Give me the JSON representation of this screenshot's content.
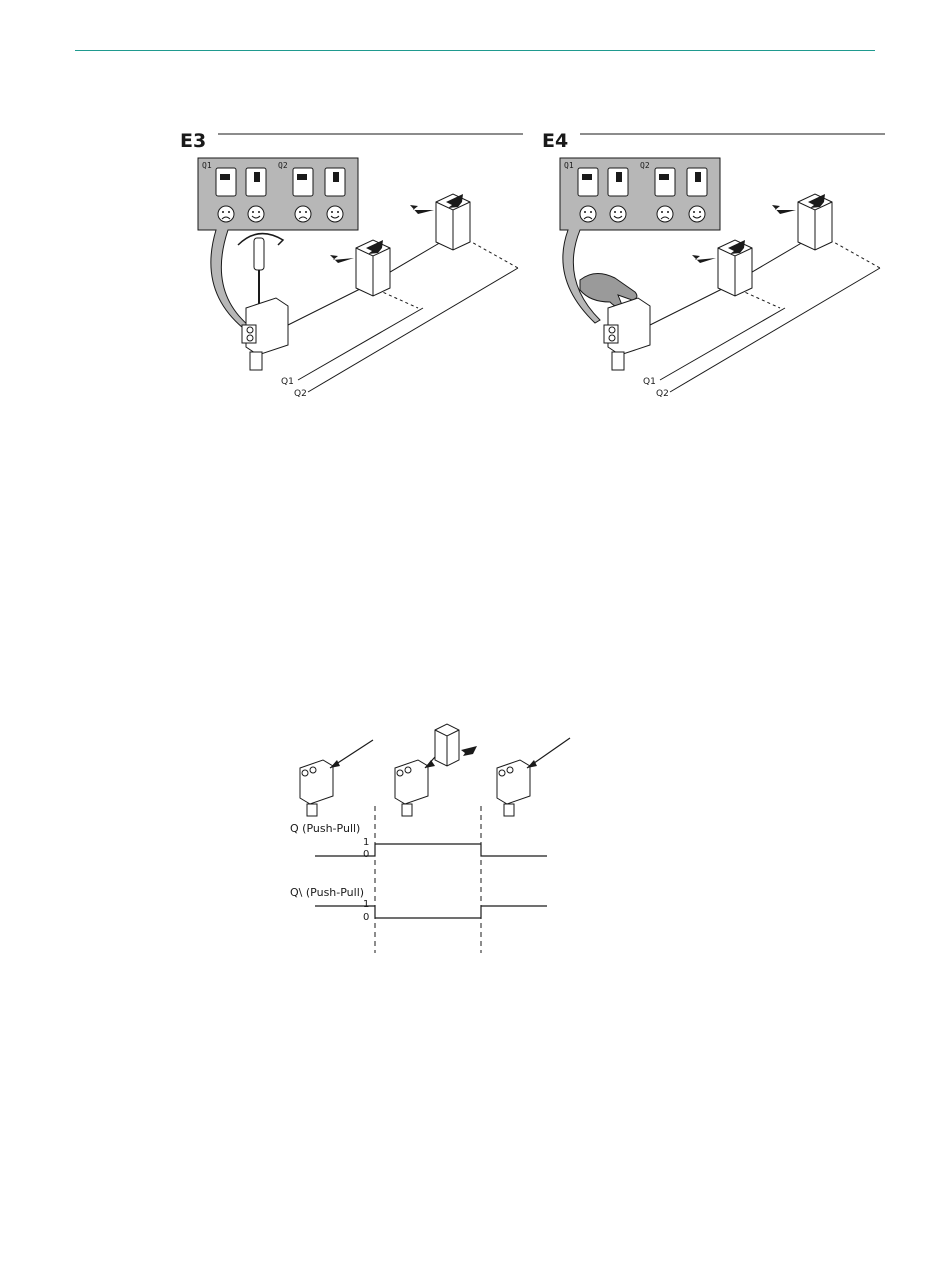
{
  "panels": [
    {
      "id": "E3",
      "label": "E3",
      "q1": "Q1",
      "q2": "Q2",
      "faces": [
        "sad",
        "happy",
        "sad",
        "happy"
      ],
      "tool": "screwdriver-icon"
    },
    {
      "id": "E4",
      "label": "E4",
      "q1": "Q1",
      "q2": "Q2",
      "faces": [
        "sad",
        "happy",
        "sad",
        "happy"
      ],
      "tool": "hand-icon"
    }
  ],
  "timing": {
    "signals": [
      {
        "label": "Q (Push-Pull)",
        "high": "1",
        "low": "0",
        "pattern": [
          0,
          1,
          0
        ]
      },
      {
        "label": "Q\\ (Push-Pull)",
        "high": "1",
        "low": "0",
        "pattern": [
          1,
          0,
          1
        ]
      }
    ],
    "states": [
      "no-object",
      "object-present",
      "no-object"
    ]
  },
  "colors": {
    "rule": "#1f9a8f",
    "callout_fill": "#b7b7b7",
    "ink": "#1a1a1a"
  }
}
